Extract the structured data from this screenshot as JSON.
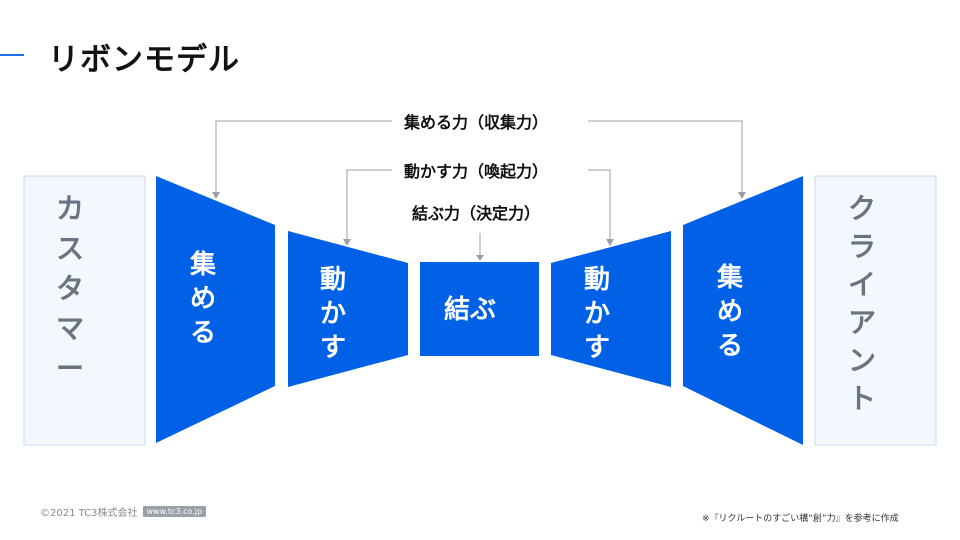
{
  "title": "リボンモデル",
  "colors": {
    "accent": "#1a73e8",
    "primary": "#0061e6",
    "side_fill": "#f3f8ff",
    "side_border": "#c8d8ef",
    "side_text": "#6b7280",
    "connector": "#9aa0a6"
  },
  "labels": {
    "collect": "集める力（収集力）",
    "move": "動かす力（喚起力）",
    "connect": "結ぶ力（決定力）"
  },
  "left_side": "カスタマー",
  "right_side": "クライアント",
  "stages": {
    "left_collect": "集める",
    "left_move": "動かす",
    "center": "結ぶ",
    "right_move": "動かす",
    "right_collect": "集める"
  },
  "footer": {
    "copyright": "©2021 TC3株式会社",
    "url": "www.tc3.co.jp",
    "note": "※『リクルートのすごい構“創”力』を参考に作成"
  }
}
